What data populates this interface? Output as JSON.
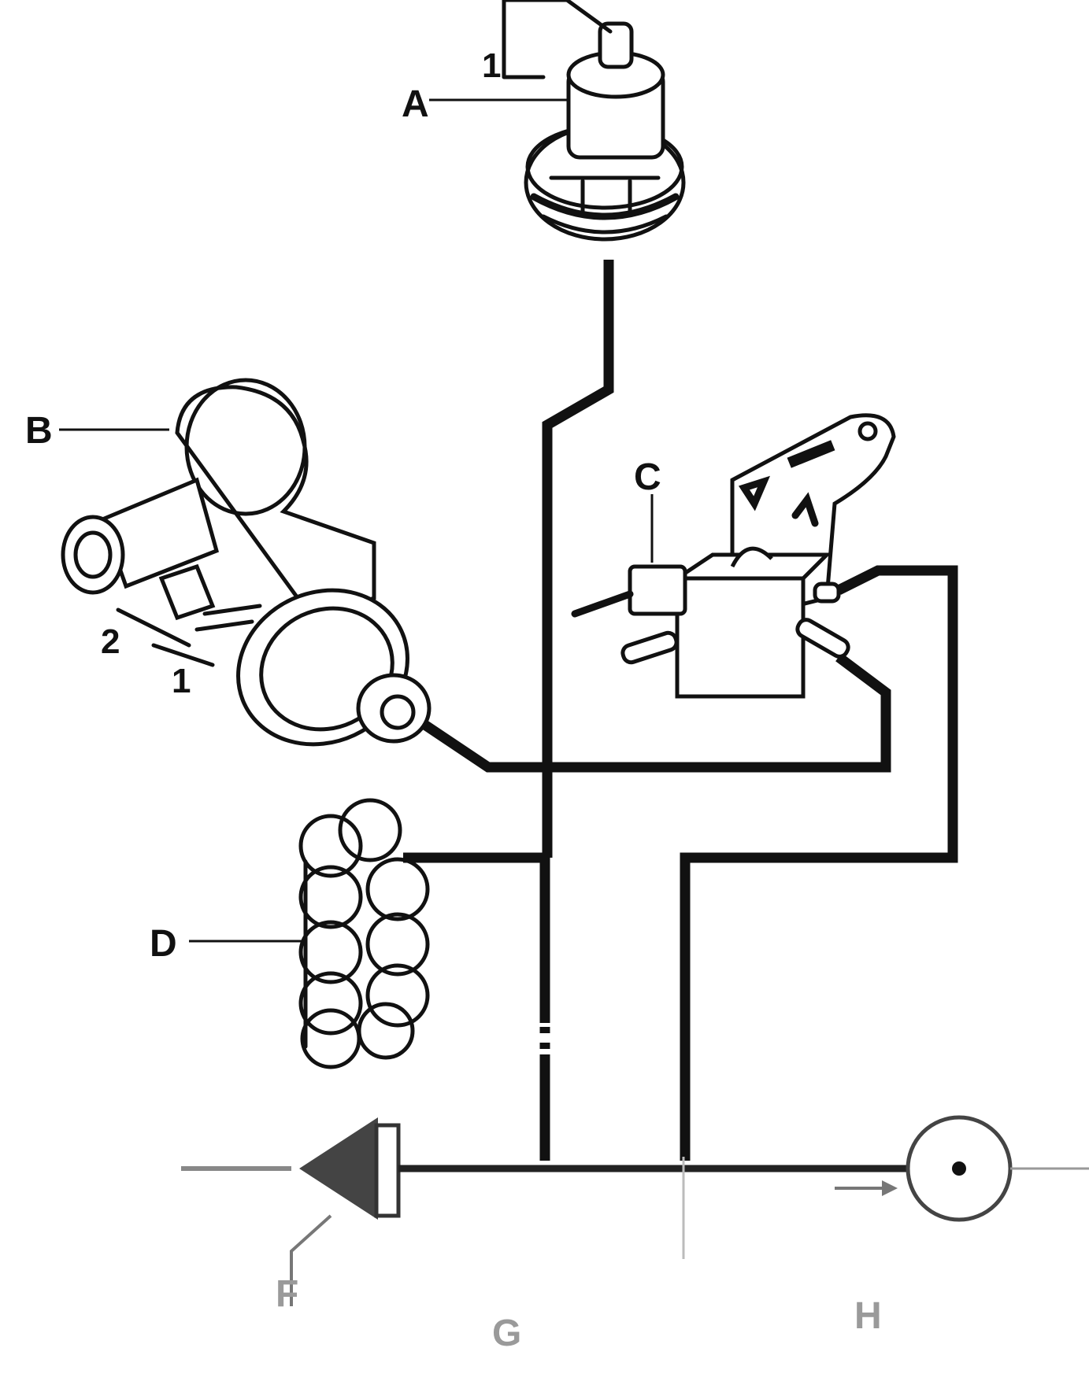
{
  "diagram": {
    "components": {
      "A": {
        "label": "A"
      },
      "B": {
        "label": "B"
      },
      "C": {
        "label": "C"
      },
      "D": {
        "label": "D"
      }
    },
    "callouts": {
      "a_pin": "1",
      "b_pin_2": "2",
      "b_pin_1": "1"
    },
    "bottom_labels": {
      "f": "F",
      "g": "G",
      "h": "H"
    },
    "colors": {
      "ink": "#111111",
      "faint": "#9a9a9a",
      "background": "#ffffff"
    }
  }
}
